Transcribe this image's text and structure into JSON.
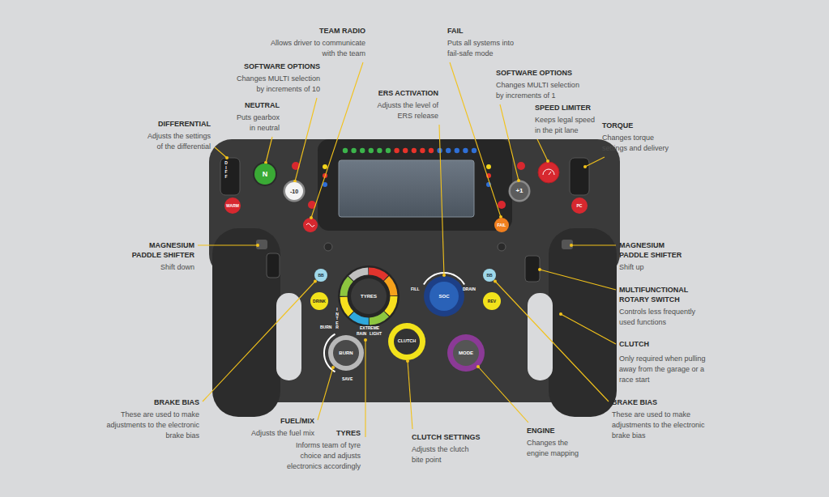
{
  "diagram": {
    "nodes": [
      {
        "text": [
          "N"
        ]
      },
      {
        "text": [
          "-10"
        ]
      },
      {
        "text": [
          "WARM"
        ]
      },
      {
        "text": [
          "+1"
        ]
      },
      {
        "text": [
          "PC"
        ]
      },
      {
        "text": [
          "FAIL"
        ]
      },
      {
        "text": [
          "BB"
        ]
      },
      {
        "text": [
          "DRINK"
        ]
      },
      {
        "text": [
          "TYRES"
        ]
      },
      {
        "text": [
          "SOC"
        ]
      },
      {
        "text": [
          "BB"
        ]
      },
      {
        "text": [
          "REV"
        ]
      },
      {
        "text": [
          "BURN"
        ]
      },
      {
        "text": [
          "CLUTCH"
        ]
      },
      {
        "text": [
          "MODE"
        ]
      }
    ],
    "labels": [
      "TEAM RADIO",
      "Allows driver to communicate with the team",
      "SOFTWARE OPTIONS",
      "Changes MULTI selection by increments of 10",
      "NEUTRAL",
      "Puts gearbox in neutral",
      "DIFFERENTIAL",
      "Adjusts the settings of the differential",
      "FAIL",
      "Puts all systems into fail-safe mode",
      "ERS ACTIVATION",
      "Adjusts the level of ERS release",
      "SOFTWARE OPTIONS",
      "Changes MULTI selection by increments of 1",
      "SPEED LIMITER",
      "Keeps legal speed in the pit lane",
      "TORQUE",
      "Changes torque settings and delivery",
      "MAGNESIUM PADDLE SHIFTER",
      "Shift down",
      "MAGNESIUM PADDLE SHIFTER",
      "Shift up",
      "MULTIFUNCTIONAL ROTARY SWITCH",
      "Controls less frequently used functions",
      "CLUTCH",
      "Only required when pulling away from the garage or a race start",
      "BRAKE BIAS",
      "These are used to make adjustments to the electronic brake bias",
      "BRAKE BIAS",
      "These are used to make adjustments to the electronic brake bias",
      "FUEL/MIX",
      "Adjusts the fuel mix",
      "TYRES",
      "Informs team of tyre choice and adjusts electronics accordingly",
      "CLUTCH SETTINGS",
      "Adjusts the clutch bite point",
      "ENGINE",
      "Changes the engine mapping",
      "DIFF",
      "FILL",
      "DRAIN",
      "BURN",
      "SAVE",
      "INTER",
      "EXTREME",
      "RAIN",
      "LIGHT"
    ]
  }
}
